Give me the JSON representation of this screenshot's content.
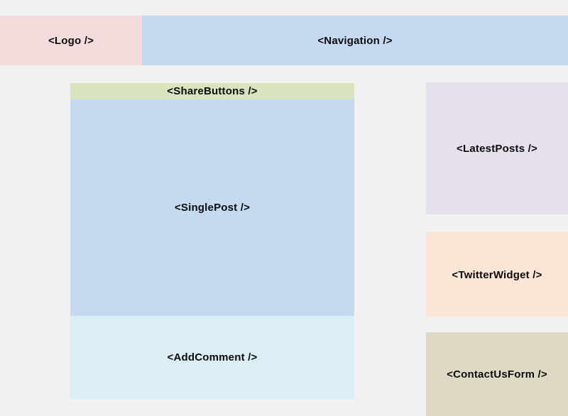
{
  "canvas": {
    "background": "#f1f1f1"
  },
  "components": {
    "logo": {
      "label": "<Logo />",
      "color": "#f2dcdb"
    },
    "navigation": {
      "label": "<Navigation />",
      "color": "#c5d9f1"
    },
    "share_buttons": {
      "label": "<ShareButtons />",
      "color": "#d7e4bd"
    },
    "single_post": {
      "label": "<SinglePost />",
      "color": "#c5d9f1"
    },
    "add_comment": {
      "label": "<AddComment />",
      "color": "#daeef3"
    },
    "latest_posts": {
      "label": "<LatestPosts />",
      "color": "#e5e0ec"
    },
    "twitter_widget": {
      "label": "<TwitterWidget />",
      "color": "#fbe5d6"
    },
    "contact_us_form": {
      "label": "<ContactUsForm />",
      "color": "#ddd9c4"
    }
  }
}
